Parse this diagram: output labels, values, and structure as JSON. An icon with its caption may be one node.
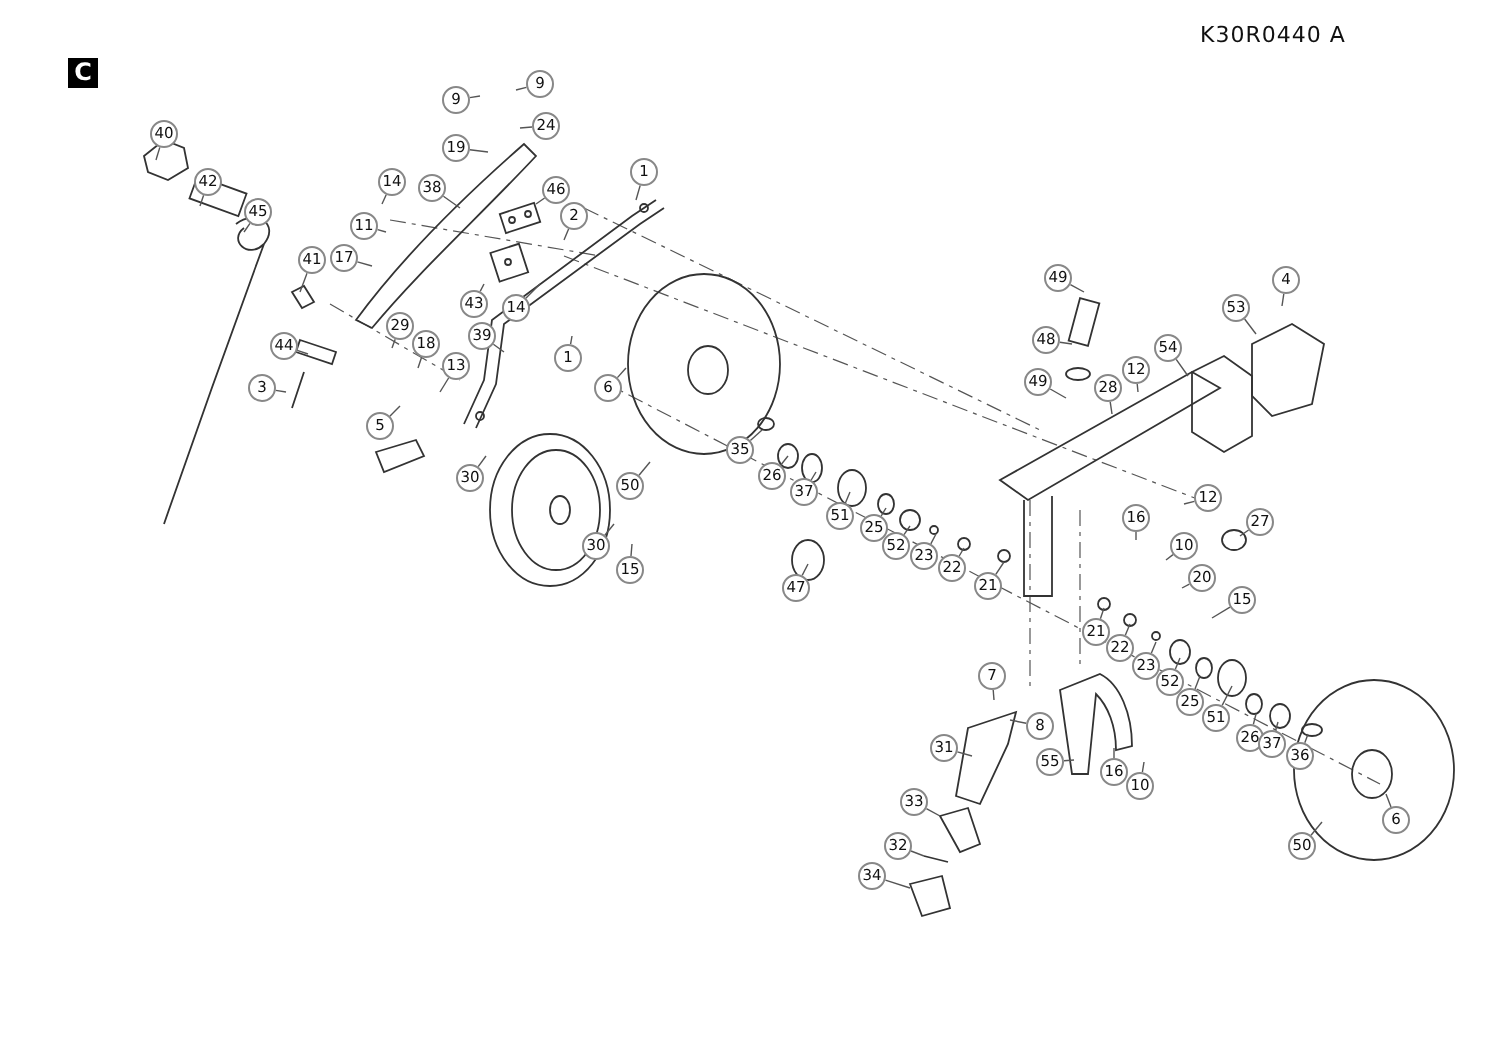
{
  "diagram": {
    "nodes": [
      {
        "text": [
          "9"
        ]
      },
      {
        "text": [
          "9"
        ]
      },
      {
        "text": [
          "24"
        ]
      },
      {
        "text": [
          "40"
        ]
      },
      {
        "text": [
          "19"
        ]
      },
      {
        "text": [
          "1"
        ]
      },
      {
        "text": [
          "42"
        ]
      },
      {
        "text": [
          "14"
        ]
      },
      {
        "text": [
          "38"
        ]
      },
      {
        "text": [
          "46"
        ]
      },
      {
        "text": [
          "45"
        ]
      },
      {
        "text": [
          "2"
        ]
      },
      {
        "text": [
          "11"
        ]
      },
      {
        "text": [
          "17"
        ]
      },
      {
        "text": [
          "41"
        ]
      },
      {
        "text": [
          "49"
        ]
      },
      {
        "text": [
          "4"
        ]
      },
      {
        "text": [
          "43"
        ]
      },
      {
        "text": [
          "14"
        ]
      },
      {
        "text": [
          "53"
        ]
      },
      {
        "text": [
          "29"
        ]
      },
      {
        "text": [
          "39"
        ]
      },
      {
        "text": [
          "48"
        ]
      },
      {
        "text": [
          "18"
        ]
      },
      {
        "text": [
          "44"
        ]
      },
      {
        "text": [
          "54"
        ]
      },
      {
        "text": [
          "1"
        ]
      },
      {
        "text": [
          "13"
        ]
      },
      {
        "text": [
          "12"
        ]
      },
      {
        "text": [
          "49"
        ]
      },
      {
        "text": [
          "3"
        ]
      },
      {
        "text": [
          "6"
        ]
      },
      {
        "text": [
          "28"
        ]
      },
      {
        "text": [
          "5"
        ]
      },
      {
        "text": [
          "35"
        ]
      },
      {
        "text": [
          "26"
        ]
      },
      {
        "text": [
          "30"
        ]
      },
      {
        "text": [
          "50"
        ]
      },
      {
        "text": [
          "37"
        ]
      },
      {
        "text": [
          "12"
        ]
      },
      {
        "text": [
          "51"
        ]
      },
      {
        "text": [
          "16"
        ]
      },
      {
        "text": [
          "27"
        ]
      },
      {
        "text": [
          "25"
        ]
      },
      {
        "text": [
          "52"
        ]
      },
      {
        "text": [
          "30"
        ]
      },
      {
        "text": [
          "10"
        ]
      },
      {
        "text": [
          "23"
        ]
      },
      {
        "text": [
          "22"
        ]
      },
      {
        "text": [
          "15"
        ]
      },
      {
        "text": [
          "20"
        ]
      },
      {
        "text": [
          "21"
        ]
      },
      {
        "text": [
          "47"
        ]
      },
      {
        "text": [
          "15"
        ]
      },
      {
        "text": [
          "21"
        ]
      },
      {
        "text": [
          "22"
        ]
      },
      {
        "text": [
          "23"
        ]
      },
      {
        "text": [
          "7"
        ]
      },
      {
        "text": [
          "52"
        ]
      },
      {
        "text": [
          "25"
        ]
      },
      {
        "text": [
          "51"
        ]
      },
      {
        "text": [
          "8"
        ]
      },
      {
        "text": [
          "26"
        ]
      },
      {
        "text": [
          "37"
        ]
      },
      {
        "text": [
          "31"
        ]
      },
      {
        "text": [
          "36"
        ]
      },
      {
        "text": [
          "55"
        ]
      },
      {
        "text": [
          "16"
        ]
      },
      {
        "text": [
          "10"
        ]
      },
      {
        "text": [
          "33"
        ]
      },
      {
        "text": [
          "6"
        ]
      },
      {
        "text": [
          "50"
        ]
      },
      {
        "text": [
          "32"
        ]
      },
      {
        "text": [
          "34"
        ]
      }
    ],
    "edges": [
      {
        "from": 0,
        "to": null,
        "arrow": "none"
      },
      {
        "from": 1,
        "to": null,
        "arrow": "none"
      },
      {
        "from": 2,
        "to": null,
        "arrow": "none"
      },
      {
        "from": 3,
        "to": null,
        "arrow": "none"
      },
      {
        "from": 4,
        "to": null,
        "arrow": "none"
      },
      {
        "from": 5,
        "to": null,
        "arrow": "none"
      },
      {
        "from": 6,
        "to": null,
        "arrow": "none"
      },
      {
        "from": 7,
        "to": null,
        "arrow": "none"
      },
      {
        "from": 8,
        "to": null,
        "arrow": "none"
      },
      {
        "from": 9,
        "to": null,
        "arrow": "none"
      },
      {
        "from": 10,
        "to": null,
        "arrow": "none"
      },
      {
        "from": 11,
        "to": null,
        "arrow": "none"
      },
      {
        "from": 12,
        "to": null,
        "arrow": "none"
      },
      {
        "from": 13,
        "to": null,
        "arrow": "none"
      },
      {
        "from": 14,
        "to": null,
        "arrow": "none"
      },
      {
        "from": 15,
        "to": null,
        "arrow": "none"
      },
      {
        "from": 16,
        "to": null,
        "arrow": "none"
      },
      {
        "from": 17,
        "to": null,
        "arrow": "none"
      },
      {
        "from": 18,
        "to": null,
        "arrow": "none"
      },
      {
        "from": 19,
        "to": null,
        "arrow": "none"
      },
      {
        "from": 20,
        "to": null,
        "arrow": "none"
      },
      {
        "from": 21,
        "to": null,
        "arrow": "none"
      },
      {
        "from": 22,
        "to": null,
        "arrow": "none"
      },
      {
        "from": 23,
        "to": null,
        "arrow": "none"
      },
      {
        "from": 24,
        "to": null,
        "arrow": "none"
      },
      {
        "from": 25,
        "to": null,
        "arrow": "none"
      },
      {
        "from": 26,
        "to": null,
        "arrow": "none"
      },
      {
        "from": 27,
        "to": null,
        "arrow": "none"
      },
      {
        "from": 28,
        "to": null,
        "arrow": "none"
      },
      {
        "from": 29,
        "to": null,
        "arrow": "none"
      },
      {
        "from": 30,
        "to": null,
        "arrow": "none"
      },
      {
        "from": 31,
        "to": null,
        "arrow": "none"
      },
      {
        "from": 32,
        "to": null,
        "arrow": "none"
      },
      {
        "from": 33,
        "to": null,
        "arrow": "none"
      },
      {
        "from": 34,
        "to": null,
        "arrow": "none"
      },
      {
        "from": 35,
        "to": null,
        "arrow": "none"
      },
      {
        "from": 36,
        "to": null,
        "arrow": "none"
      },
      {
        "from": 37,
        "to": null,
        "arrow": "none"
      },
      {
        "from": 38,
        "to": null,
        "arrow": "none"
      },
      {
        "from": 39,
        "to": null,
        "arrow": "none"
      },
      {
        "from": 40,
        "to": null,
        "arrow": "none"
      },
      {
        "from": 41,
        "to": null,
        "arrow": "none"
      },
      {
        "from": 42,
        "to": null,
        "arrow": "none"
      },
      {
        "from": 43,
        "to": null,
        "arrow": "none"
      },
      {
        "from": 44,
        "to": null,
        "arrow": "none"
      },
      {
        "from": 45,
        "to": null,
        "arrow": "none"
      },
      {
        "from": 46,
        "to": null,
        "arrow": "none"
      },
      {
        "from": 47,
        "to": null,
        "arrow": "none"
      },
      {
        "from": 48,
        "to": null,
        "arrow": "none"
      },
      {
        "from": 49,
        "to": null,
        "arrow": "none"
      },
      {
        "from": 50,
        "to": null,
        "arrow": "none"
      },
      {
        "from": 51,
        "to": null,
        "arrow": "none"
      },
      {
        "from": 52,
        "to": null,
        "arrow": "none"
      },
      {
        "from": 53,
        "to": null,
        "arrow": "none"
      },
      {
        "from": 54,
        "to": null,
        "arrow": "none"
      },
      {
        "from": 55,
        "to": null,
        "arrow": "none"
      },
      {
        "from": 56,
        "to": null,
        "arrow": "none"
      },
      {
        "from": 57,
        "to": null,
        "arrow": "none"
      },
      {
        "from": 58,
        "to": null,
        "arrow": "none"
      },
      {
        "from": 59,
        "to": null,
        "arrow": "none"
      },
      {
        "from": 60,
        "to": null,
        "arrow": "none"
      },
      {
        "from": 61,
        "to": null,
        "arrow": "none"
      },
      {
        "from": 62,
        "to": null,
        "arrow": "none"
      },
      {
        "from": 63,
        "to": null,
        "arrow": "none"
      },
      {
        "from": 64,
        "to": null,
        "arrow": "none"
      },
      {
        "from": 65,
        "to": null,
        "arrow": "none"
      },
      {
        "from": 66,
        "to": null,
        "arrow": "none"
      },
      {
        "from": 67,
        "to": null,
        "arrow": "none"
      },
      {
        "from": 68,
        "to": null,
        "arrow": "none"
      },
      {
        "from": 69,
        "to": null,
        "arrow": "none"
      },
      {
        "from": 70,
        "to": null,
        "arrow": "none"
      },
      {
        "from": 71,
        "to": null,
        "arrow": "none"
      },
      {
        "from": 72,
        "to": null,
        "arrow": "none"
      },
      {
        "from": 73,
        "to": null,
        "arrow": "none"
      }
    ],
    "labels": [
      "C",
      "K30R0440 A"
    ]
  }
}
